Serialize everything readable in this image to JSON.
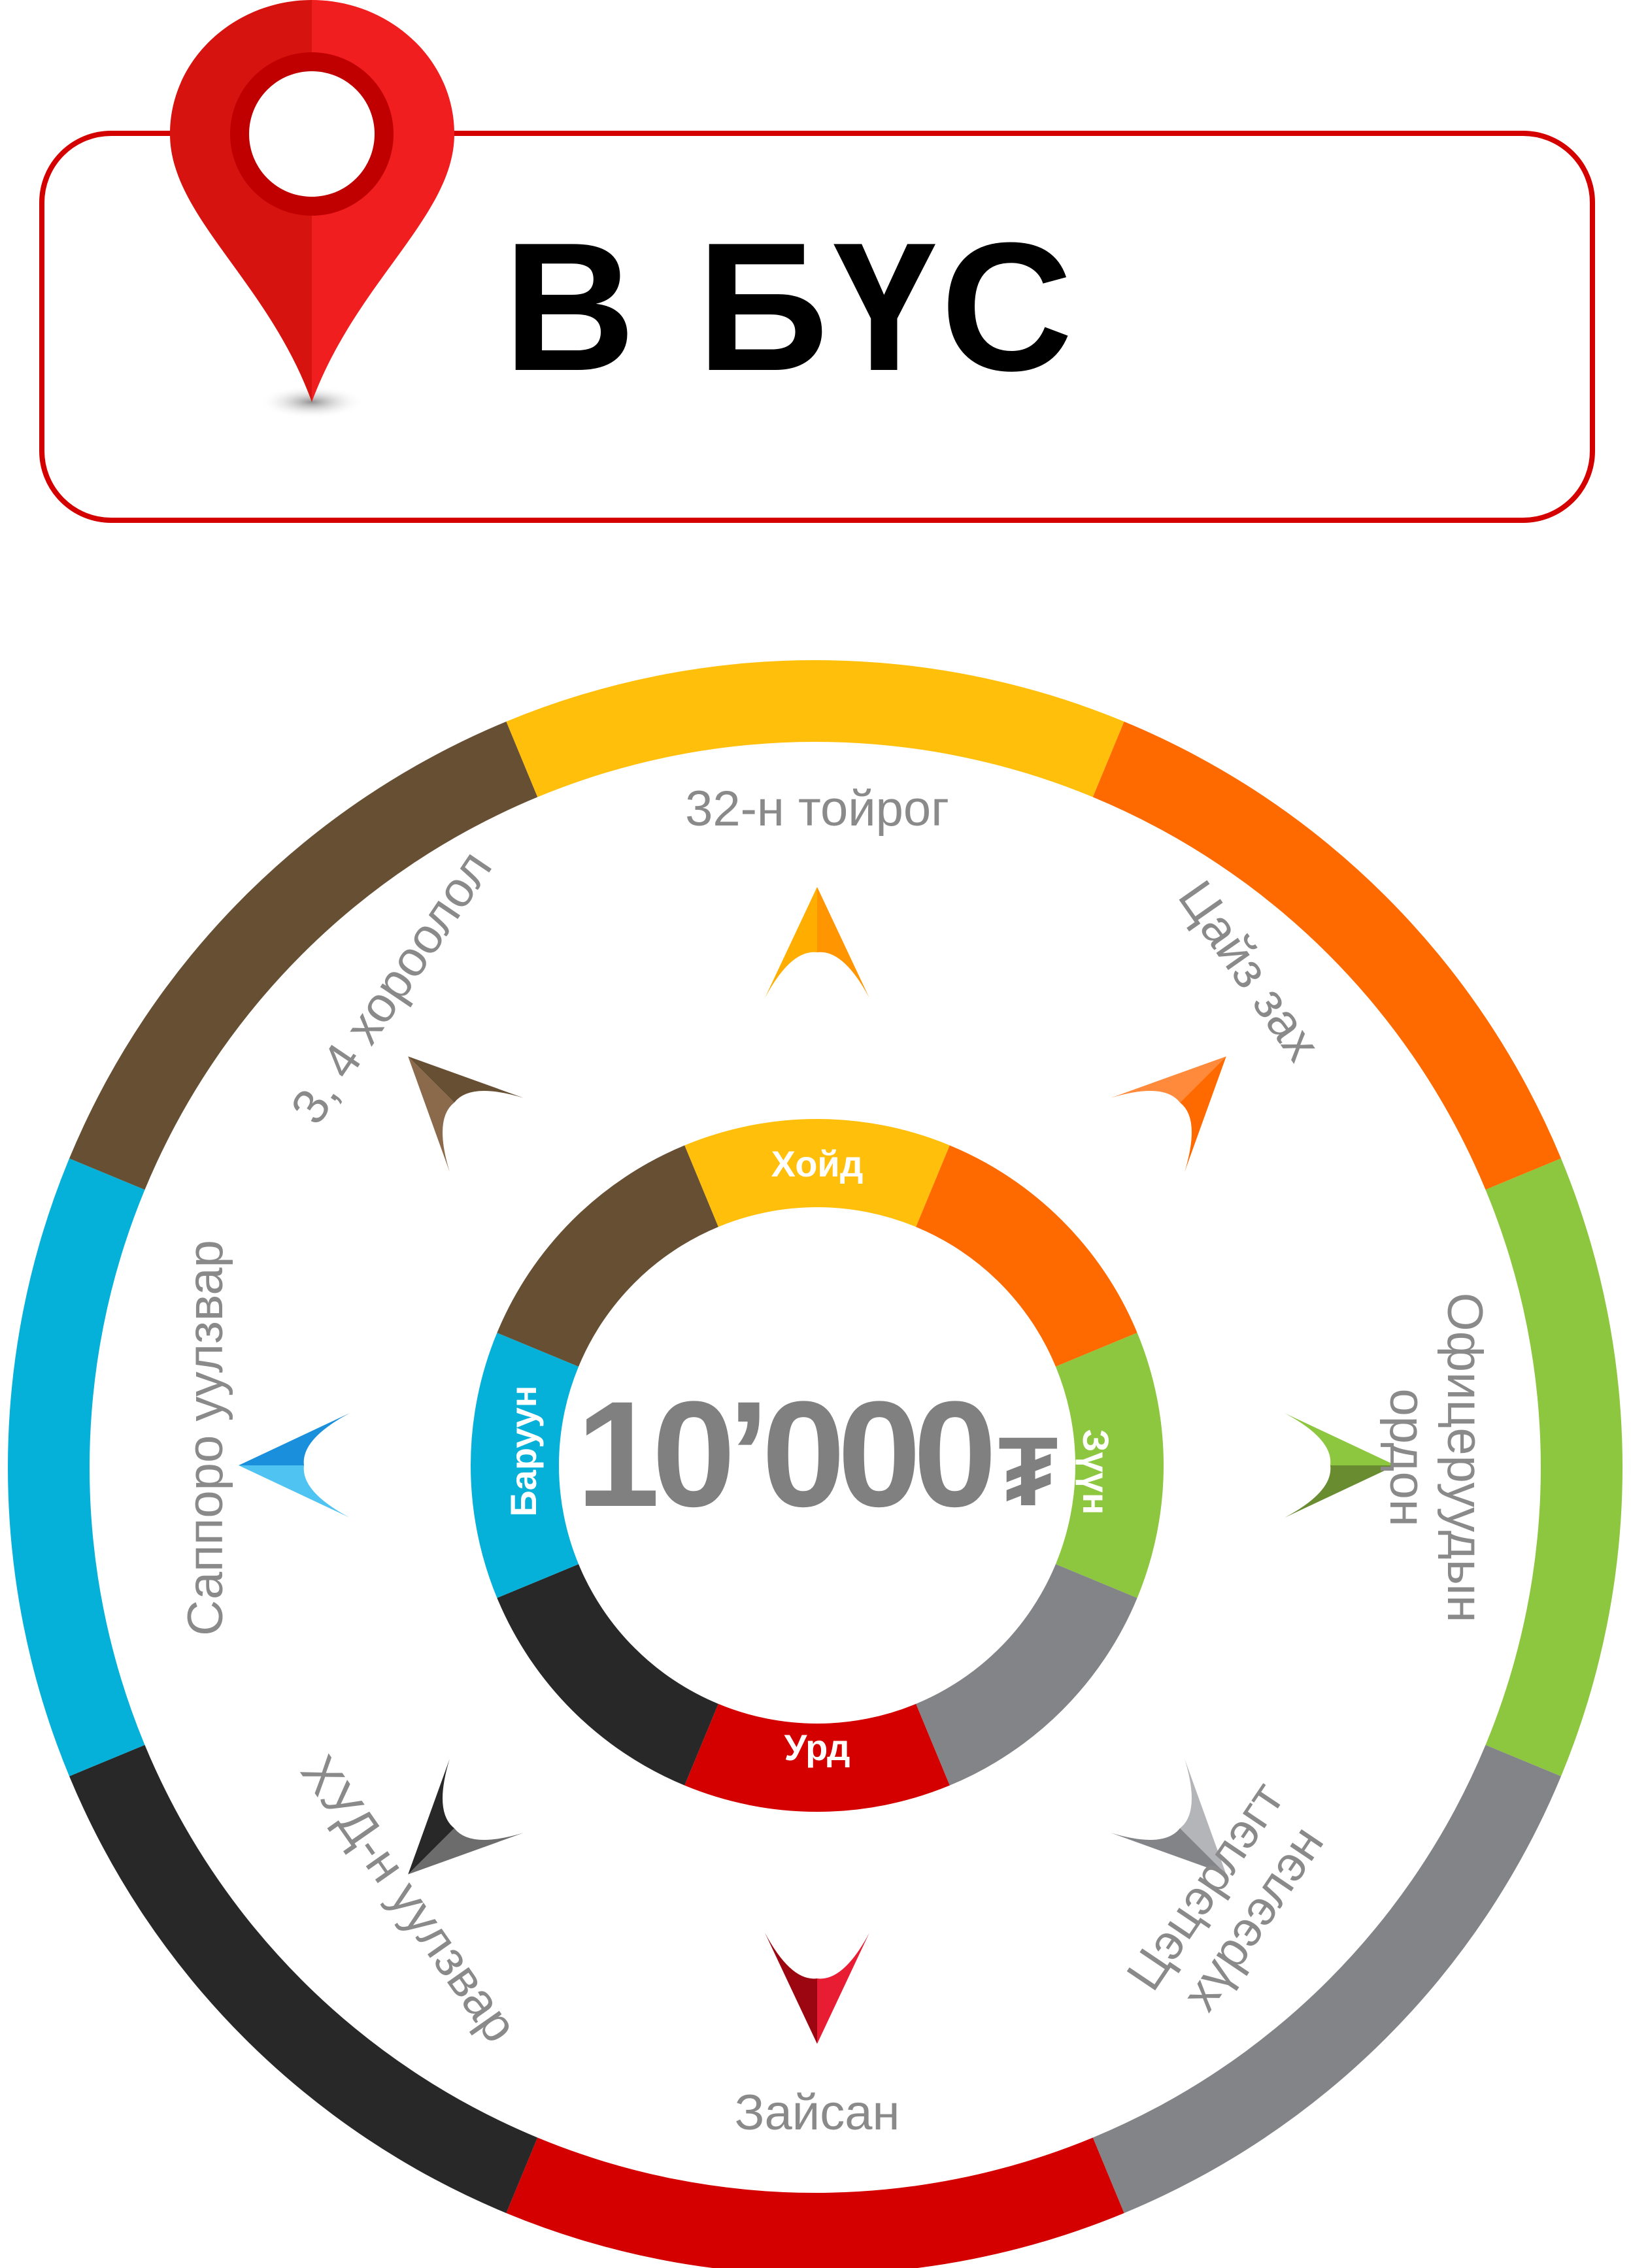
{
  "header": {
    "title": "В БҮС",
    "pin_icon": "map-pin-icon",
    "accent_color": "#d40000"
  },
  "center": {
    "price": "10’000",
    "currency_symbol": "₮"
  },
  "directions": [
    {
      "label": "Хойд",
      "color": "#ffbf0b"
    },
    {
      "label": "Зүүн",
      "color": "#8dc63f"
    },
    {
      "label": "Урд",
      "color": "#d40000"
    },
    {
      "label": "Баруун",
      "color": "#05b1d9"
    }
  ],
  "inner_segments": [
    {
      "name": "north",
      "color": "#ffbf0b"
    },
    {
      "name": "north-east",
      "color": "#ff6a00"
    },
    {
      "name": "east",
      "color": "#8dc63f"
    },
    {
      "name": "south-east",
      "color": "#838487"
    },
    {
      "name": "south",
      "color": "#d40000"
    },
    {
      "name": "south-west",
      "color": "#282828"
    },
    {
      "name": "west",
      "color": "#05b1d9"
    },
    {
      "name": "north-west",
      "color": "#664f33"
    }
  ],
  "locations": [
    {
      "label": "32-н тойрог",
      "color": "#ffbf0b"
    },
    {
      "label": "Цайз зах",
      "color": "#ff6a00"
    },
    {
      "label_line1": "Офицеруудын",
      "label_line2": "ордон",
      "color": "#8dc63f"
    },
    {
      "label_line1": "Цэцэрлэгт",
      "label_line2": "хүрээлэн",
      "color": "#838487"
    },
    {
      "label": "Зайсан",
      "color": "#d40000"
    },
    {
      "label": "ХУД-н уулзвар",
      "color": "#282828"
    },
    {
      "label": "Саппоро уулзвар",
      "color": "#05b1d9"
    },
    {
      "label": "3, 4 хороолол",
      "color": "#664f33"
    }
  ],
  "arrows": [
    {
      "direction": "north",
      "light": "#ffae00",
      "dark": "#ff9500"
    },
    {
      "direction": "north-east",
      "light": "#ff8a3c",
      "dark": "#ff6a00"
    },
    {
      "direction": "east",
      "light": "#8dc63f",
      "dark": "#698c30"
    },
    {
      "direction": "south-east",
      "light": "#b4b5b8",
      "dark": "#838487"
    },
    {
      "direction": "south",
      "light": "#e81d33",
      "dark": "#9b0610"
    },
    {
      "direction": "south-west",
      "light": "#6c6c6c",
      "dark": "#282828"
    },
    {
      "direction": "west",
      "light": "#4fc3f1",
      "dark": "#1a8fdb"
    },
    {
      "direction": "north-west",
      "light": "#8a6a4a",
      "dark": "#664f33"
    }
  ]
}
